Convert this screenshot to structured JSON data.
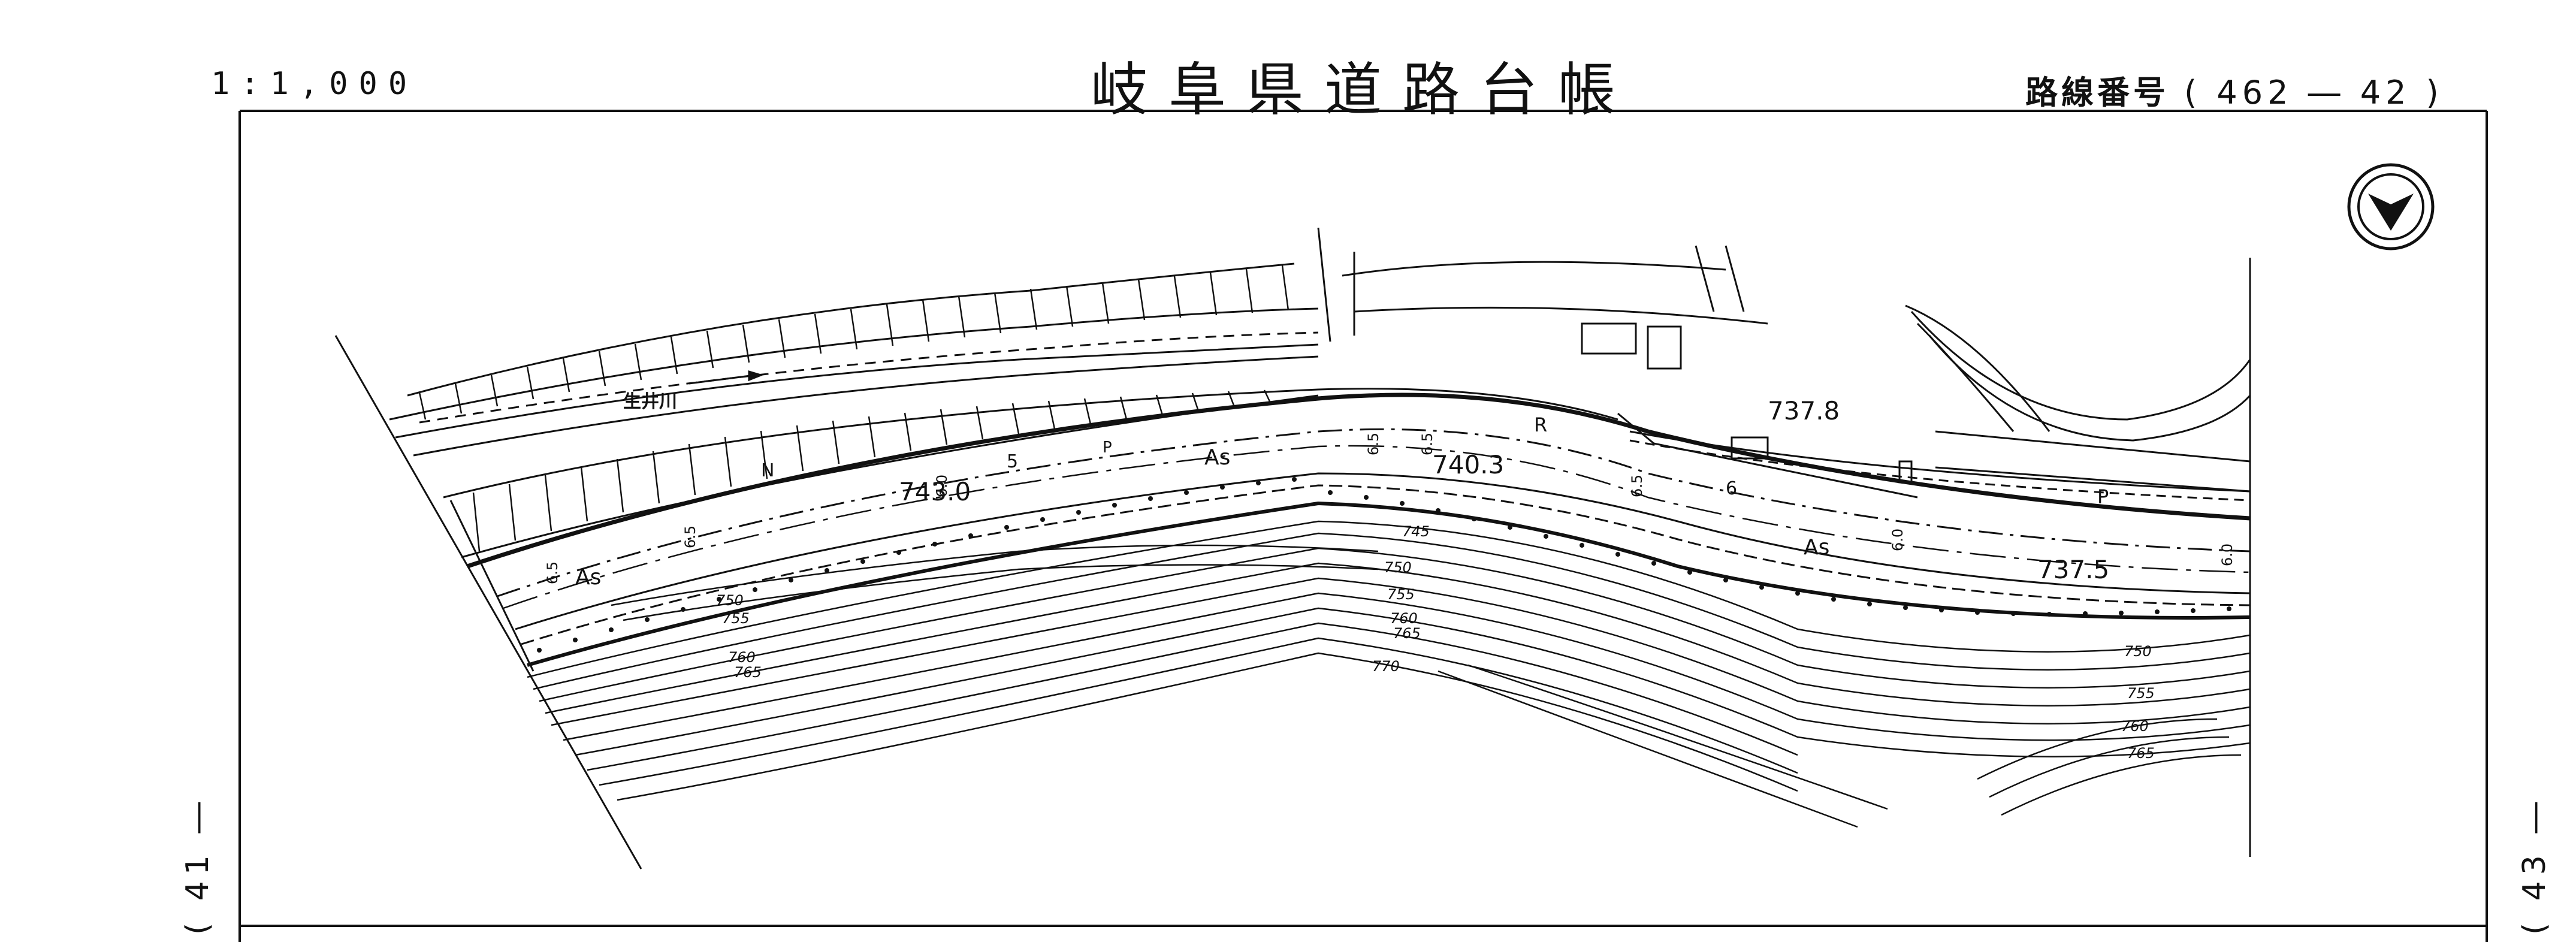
{
  "header": {
    "scale": "1:1,000",
    "title": "岐阜県道路台帳",
    "route_label": "路線番号",
    "route_number": "( 462 ― 42 )"
  },
  "pages": {
    "left": "( 41 ―",
    "right": "( 43 ―"
  },
  "map": {
    "river_name": "生井川",
    "elevations": [
      "743.0",
      "740.3",
      "737.8",
      "737.5"
    ],
    "surface": "As",
    "contours": [
      "745",
      "750",
      "755",
      "760",
      "765",
      "770"
    ],
    "lane_width": "6.5",
    "lane_width_alt": "6.0",
    "width_short": "6",
    "width_five": "5",
    "marker_n": "N",
    "marker_r": "R",
    "marker_p": "P"
  },
  "icons": {
    "north_arrow": "north-arrow-icon"
  }
}
